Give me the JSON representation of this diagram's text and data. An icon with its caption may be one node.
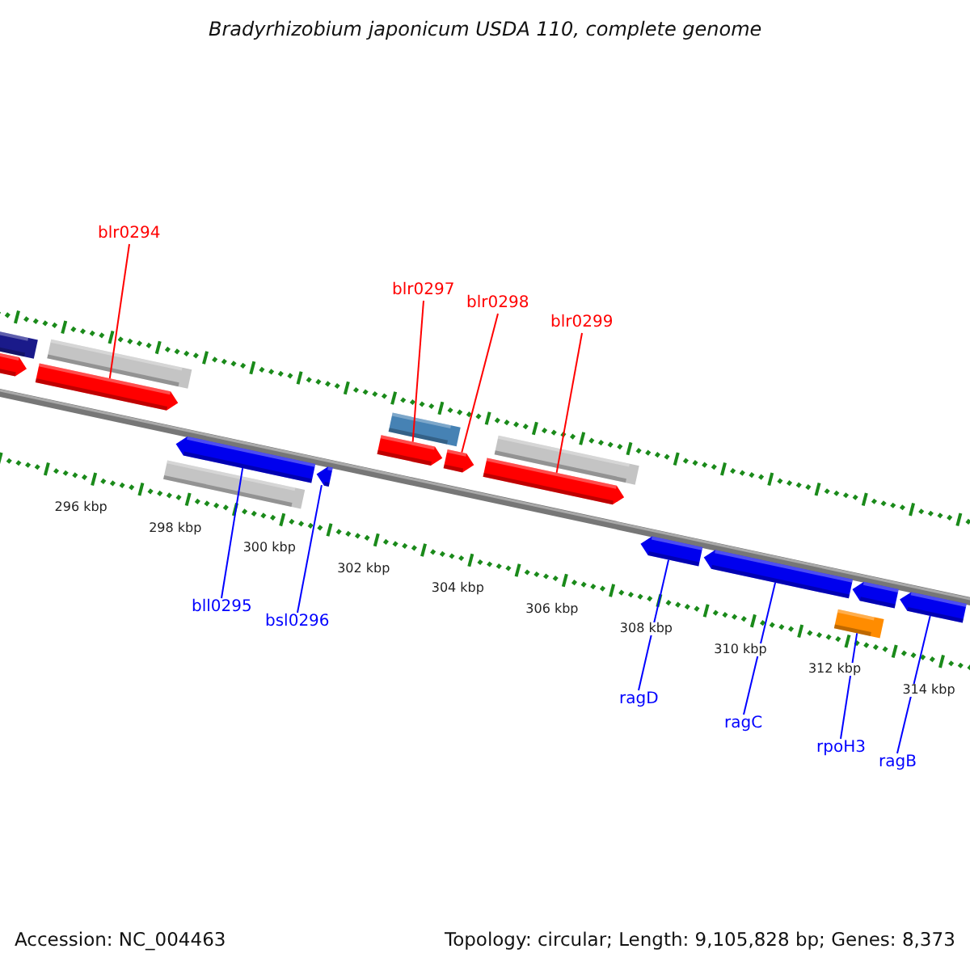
{
  "diagram": {
    "title": "Bradyrhizobium japonicum USDA 110, complete genome",
    "nodes": [
      {
        "text": [
          "blr0294"
        ]
      },
      {
        "text": [
          "blr0297"
        ]
      },
      {
        "text": [
          "blr0298"
        ]
      },
      {
        "text": [
          "blr0299"
        ]
      },
      {
        "text": [
          "bll0295"
        ]
      },
      {
        "text": [
          "bsl0296"
        ]
      },
      {
        "text": [
          "ragD"
        ]
      },
      {
        "text": [
          "ragC"
        ]
      },
      {
        "text": [
          "rpoH3"
        ]
      },
      {
        "text": [
          "ragB"
        ]
      },
      {
        "text": [],
        "shape": "bar"
      },
      {
        "text": [],
        "shape": "bar"
      },
      {
        "text": [],
        "shape": "bar"
      },
      {
        "text": [],
        "shape": "bar"
      },
      {
        "text": [],
        "shape": "bar"
      },
      {
        "text": [],
        "shape": "bar"
      },
      {
        "text": [],
        "shape": "bar"
      },
      {
        "text": [],
        "shape": "bar"
      },
      {
        "text": [],
        "shape": "bar"
      },
      {
        "text": [],
        "shape": "bar"
      }
    ],
    "edges": [
      {
        "from": 0,
        "to": 10,
        "arrow": "none",
        "color": "#ff0000"
      },
      {
        "from": 1,
        "to": 11,
        "arrow": "none",
        "color": "#ff0000"
      },
      {
        "from": 2,
        "to": 12,
        "arrow": "none",
        "color": "#ff0000"
      },
      {
        "from": 3,
        "to": 13,
        "arrow": "none",
        "color": "#ff0000"
      },
      {
        "from": 4,
        "to": 14,
        "arrow": "none"
      },
      {
        "from": 5,
        "to": 15,
        "arrow": "none"
      },
      {
        "from": 6,
        "to": 16,
        "arrow": "none"
      },
      {
        "from": 7,
        "to": 17,
        "arrow": "none"
      },
      {
        "from": 8,
        "to": 18,
        "arrow": "none"
      },
      {
        "from": 9,
        "to": 19,
        "arrow": "none"
      }
    ],
    "labels": [
      "296 kbp",
      "298 kbp",
      "300 kbp",
      "302 kbp",
      "304 kbp",
      "306 kbp",
      "308 kbp",
      "310 kbp",
      "312 kbp",
      "314 kbp",
      "Accession: NC_004463",
      "Topology: circular; Length: 9,105,828 bp; Genes: 8,373"
    ]
  }
}
